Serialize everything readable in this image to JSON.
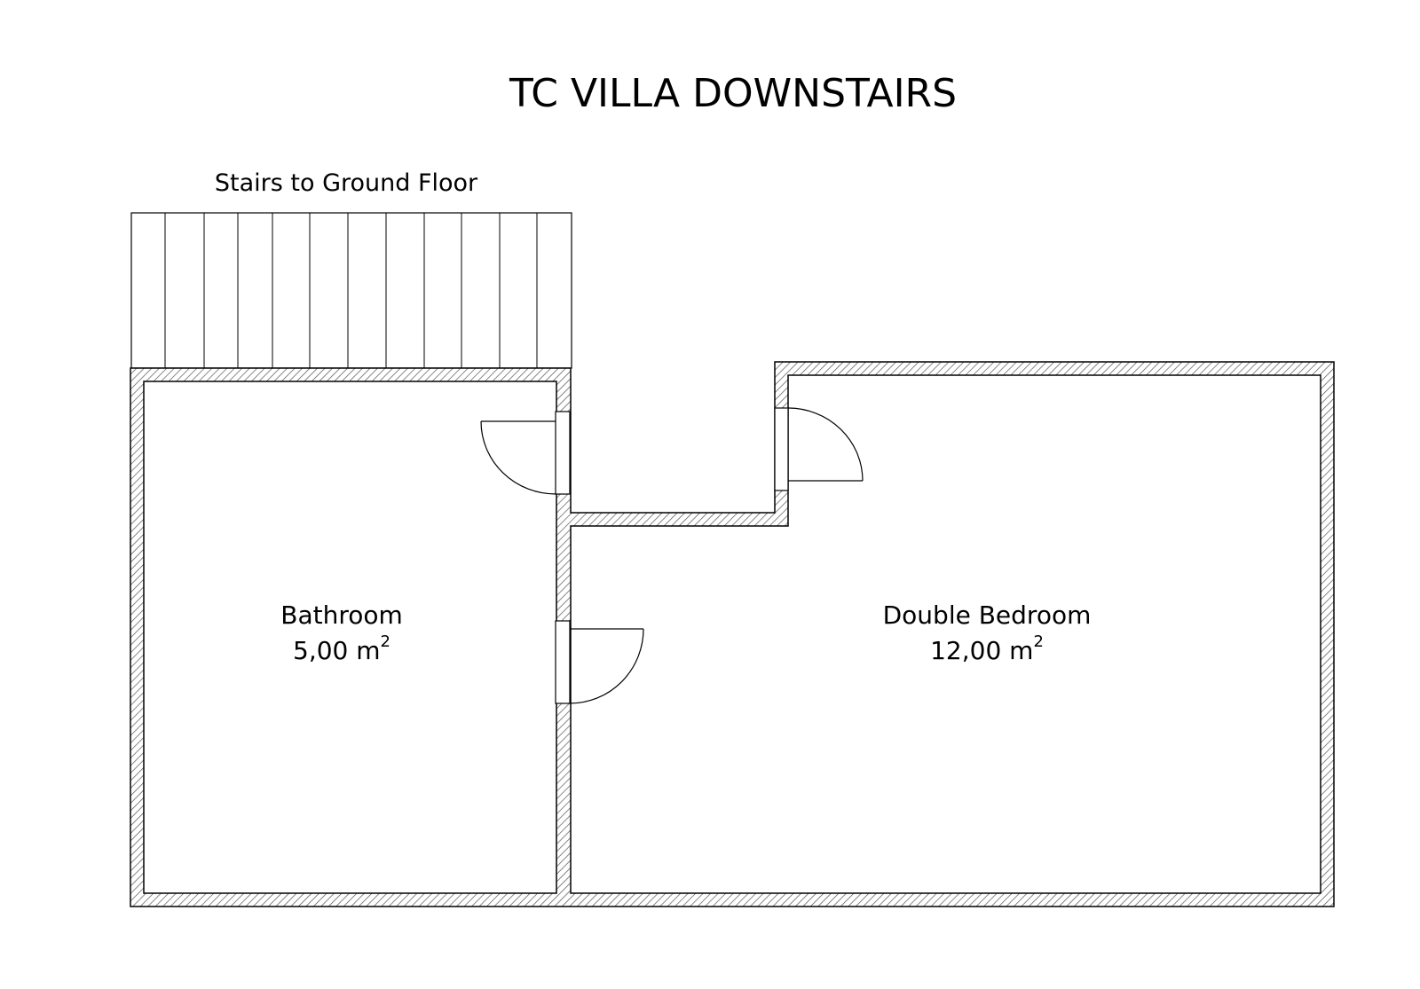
{
  "title": "TC VILLA DOWNSTAIRS",
  "stairs": {
    "label": "Stairs to Ground Floor"
  },
  "rooms": [
    {
      "name": "Bathroom",
      "area_value": "5,00 m",
      "area_sup": "2"
    },
    {
      "name": "Double Bedroom",
      "area_value": "12,00 m",
      "area_sup": "2"
    }
  ],
  "colors": {
    "background": "#ffffff",
    "line": "#000000",
    "hatch": "#555555"
  }
}
